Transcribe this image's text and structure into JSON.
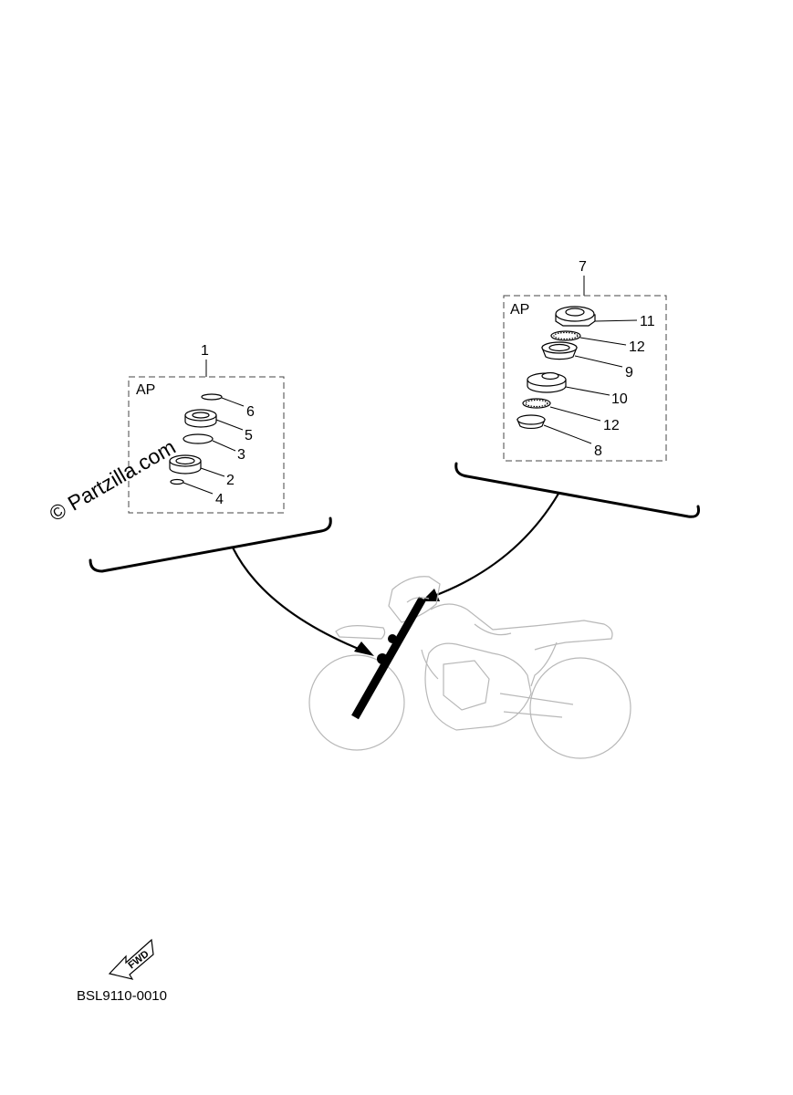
{
  "diagram": {
    "group_left": {
      "assembly_number": "1",
      "ap_label": "AP"
    },
    "group_right": {
      "assembly_number": "7",
      "ap_label": "AP"
    },
    "callouts_left": [
      "6",
      "5",
      "3",
      "2",
      "4"
    ],
    "callouts_right": [
      "11",
      "12",
      "9",
      "10",
      "12",
      "8"
    ],
    "fwd_label": "FWD",
    "diagram_code": "BSL9110-0010",
    "watermark": "© Partzilla.com"
  }
}
